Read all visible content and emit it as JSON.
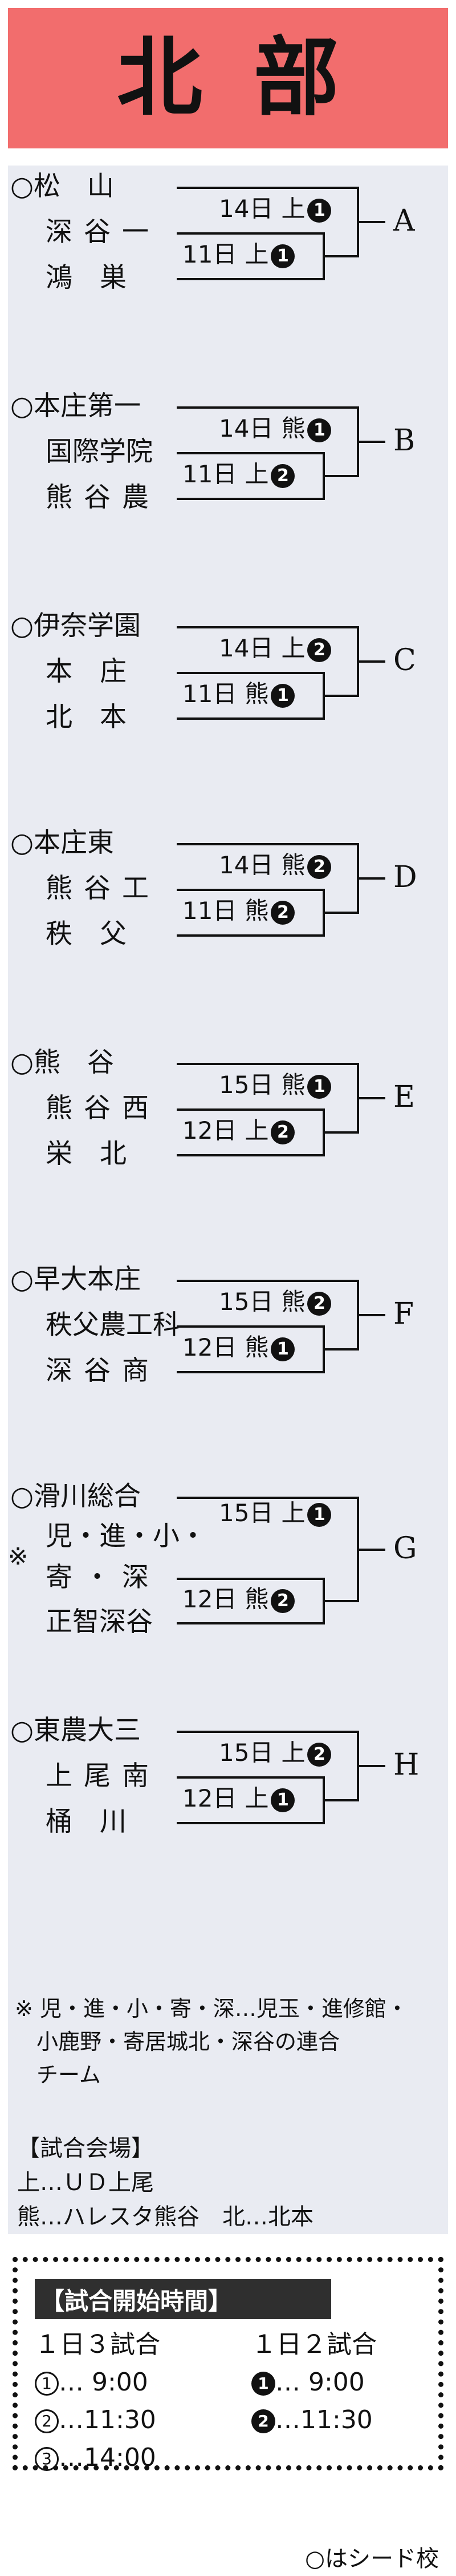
{
  "header": {
    "title": "北部"
  },
  "brackets": [
    {
      "teams": [
        "○松　山",
        "深谷一",
        "鴻巣"
      ],
      "top_match": {
        "day": "14日",
        "venue": "上",
        "num": "1"
      },
      "bottom_match": {
        "day": "11日",
        "venue": "上",
        "num": "1"
      },
      "label": "A"
    },
    {
      "teams": [
        "○本庄第一",
        "国際学院",
        "熊谷農"
      ],
      "top_match": {
        "day": "14日",
        "venue": "熊",
        "num": "1"
      },
      "bottom_match": {
        "day": "11日",
        "venue": "上",
        "num": "2"
      },
      "label": "B"
    },
    {
      "teams": [
        "○伊奈学園",
        "本庄",
        "北本"
      ],
      "top_match": {
        "day": "14日",
        "venue": "上",
        "num": "2"
      },
      "bottom_match": {
        "day": "11日",
        "venue": "熊",
        "num": "1"
      },
      "label": "C"
    },
    {
      "teams": [
        "○本庄東",
        "熊谷工",
        "秩父"
      ],
      "top_match": {
        "day": "14日",
        "venue": "熊",
        "num": "2"
      },
      "bottom_match": {
        "day": "11日",
        "venue": "熊",
        "num": "2"
      },
      "label": "D"
    },
    {
      "teams": [
        "○熊　谷",
        "熊谷西",
        "栄北"
      ],
      "top_match": {
        "day": "15日",
        "venue": "熊",
        "num": "1"
      },
      "bottom_match": {
        "day": "12日",
        "venue": "上",
        "num": "2"
      },
      "label": "E"
    },
    {
      "teams": [
        "○早大本庄",
        "秩父農工科",
        "深谷商"
      ],
      "top_match": {
        "day": "15日",
        "venue": "熊",
        "num": "2"
      },
      "bottom_match": {
        "day": "12日",
        "venue": "熊",
        "num": "1"
      },
      "label": "F"
    },
    {
      "teams": [
        "○滑川総合",
        "児・進・小・",
        "寄・深",
        "正智深谷"
      ],
      "note_mark": "※",
      "top_match": {
        "day": "15日",
        "venue": "上",
        "num": "1"
      },
      "bottom_match": {
        "day": "12日",
        "venue": "熊",
        "num": "2"
      },
      "label": "G"
    },
    {
      "teams": [
        "○東農大三",
        "上尾南",
        "桶川"
      ],
      "top_match": {
        "day": "15日",
        "venue": "上",
        "num": "2"
      },
      "bottom_match": {
        "day": "12日",
        "venue": "上",
        "num": "1"
      },
      "label": "H"
    }
  ],
  "footnote": {
    "lines": [
      "※ 児・進・小・寄・深…児玉・進修館・",
      "　小鹿野・寄居城北・深谷の連合",
      "　チーム"
    ]
  },
  "venue": {
    "title": "【試合会場】",
    "line1": "上…ＵＤ上尾",
    "line2": "熊…ハレスタ熊谷　北…北本"
  },
  "times": {
    "title": "【試合開始時間】",
    "left_title": "１日３試合",
    "left": [
      {
        "mark": "1",
        "time": "…  9:00"
      },
      {
        "mark": "2",
        "time": "…11:30"
      },
      {
        "mark": "3",
        "time": "…14:00"
      }
    ],
    "right_title": "１日２試合",
    "right": [
      {
        "mark": "1",
        "time": "…  9:00"
      },
      {
        "mark": "2",
        "time": "…11:30"
      }
    ]
  },
  "seed_note": "○はシード校"
}
